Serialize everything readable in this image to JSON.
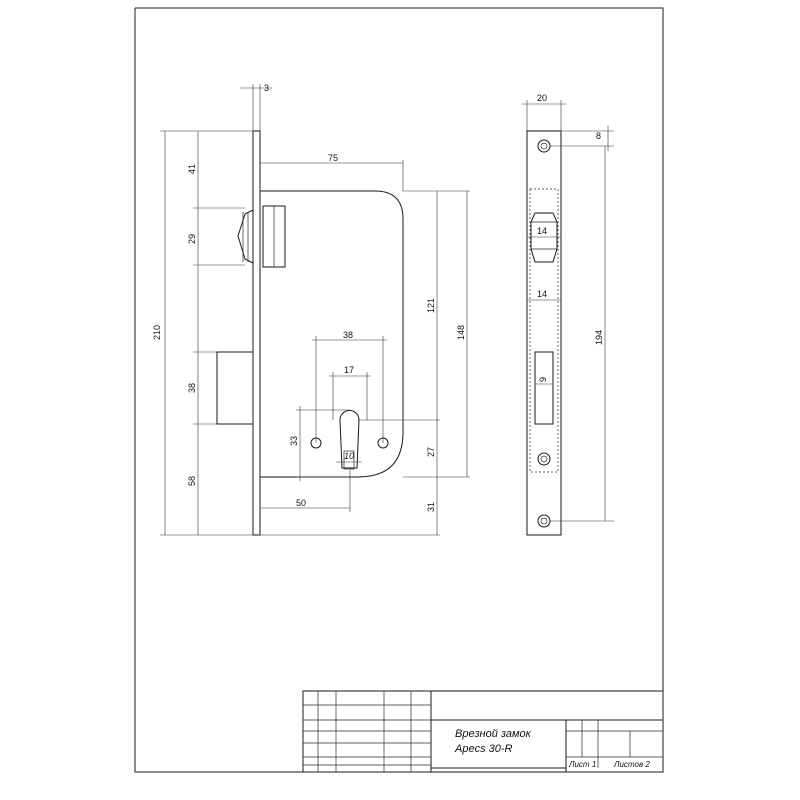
{
  "sheet": {
    "title_line1": "Врезной замок",
    "title_line2": "Apecs 30-R",
    "sheet_label": "Лист 1",
    "sheets_label": "Листов 2"
  },
  "colors": {
    "line": "#1a1a1a",
    "background": "#ffffff"
  },
  "dimensions": {
    "faceplate_thickness": "3",
    "backset": "75",
    "top_to_latch": "41",
    "latch_height": "29",
    "total_height": "210",
    "bolt_height": "38",
    "bottom_to_bolt": "58",
    "height_121": "121",
    "height_148": "148",
    "cylinder_width": "38",
    "cylinder_hole_span": "17",
    "hole_spacing": "33",
    "slot_width": "10",
    "cylinder_offset": "27",
    "backset_cylinder": "50",
    "bottom_offset": "31",
    "faceplate_width": "20",
    "screw_offset": "8",
    "latch_window": "14",
    "bolt_window": "14",
    "bolt_slot": "9",
    "screw_spacing": "194"
  }
}
